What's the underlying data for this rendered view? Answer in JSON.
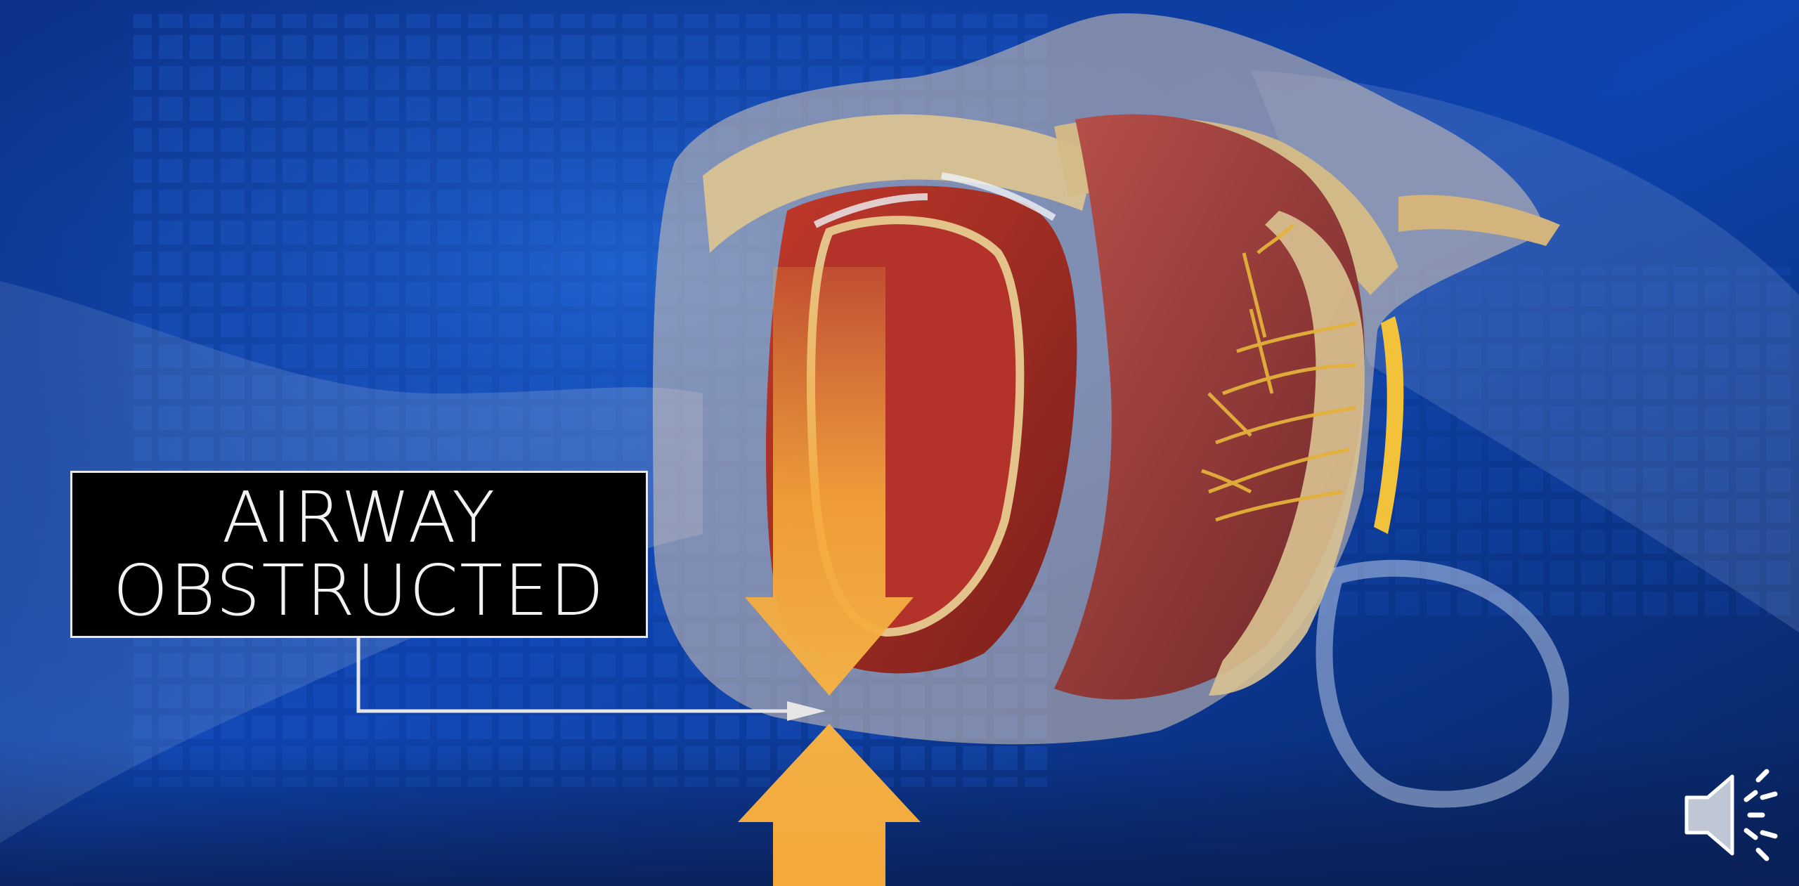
{
  "overlay": {
    "label_line1": "AIRWAY",
    "label_line2": "OBSTRUCTED"
  },
  "icons": {
    "audio": "speaker-volume-icon",
    "arrows": "down-and-up-arrow-icons"
  },
  "colors": {
    "background_blue": "#0d3a9a",
    "arrow_orange": "#f5a623",
    "label_bg": "#000000",
    "label_text": "#f2f2f2"
  }
}
